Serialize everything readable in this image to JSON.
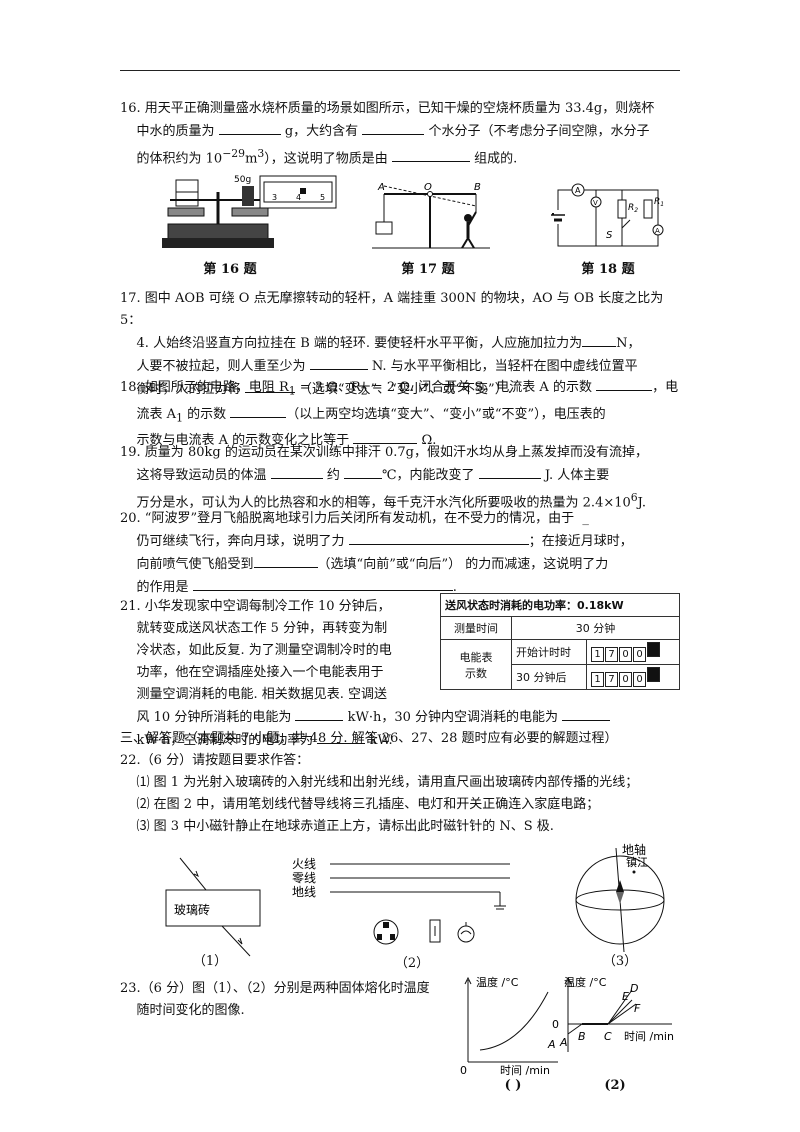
{
  "q16": {
    "line1": "16. 用天平正确测量盛水烧杯质量的场景如图所示，已知干燥的空烧杯质量为 33.4g，则烧杯",
    "line2a": "中水的质量为",
    "line2b": "g，大约含有",
    "line2c": "个水分子（不考虑分子间空隙，水分子",
    "line3a": "的体积约为 10",
    "line3exp": "−29",
    "line3b": "m",
    "line3exp2": "3",
    "line3c": "），这说明了物质是由",
    "line3d": "组成的."
  },
  "figure_captions": [
    "第 16 题",
    "第 17 题",
    "第 18 题"
  ],
  "fig16": {
    "weight_label": "50g",
    "scale_ticks": [
      "3",
      "4",
      "5"
    ]
  },
  "fig17": {
    "label_A": "A",
    "label_O": "O",
    "label_B": "B"
  },
  "fig18": {
    "label_A": "A",
    "label_V": "V",
    "label_R2": "R",
    "label_R2_sub": "2",
    "label_R1": "R",
    "label_R1_sub": "1",
    "label_S": "S",
    "label_A1": "A"
  },
  "q17": {
    "line1": "17. 图中 AOB 可绕 O 点无摩擦转动的轻杆，A 端挂重 300N 的物块，AO 与 OB 长度之比为 5：",
    "line2a": "4. 人始终沿竖直方向拉挂在 B 端的轻环. 要使轻杆水平平衡，人应施加拉力为",
    "line2b": "N，",
    "line3a": "人要不被拉起，则人重至少为",
    "line3b": "N. 与水平平衡相比，当轻杆在图中虚线位置平",
    "line4a": "衡时，人的拉力将",
    "line4b": "（选填“变大”、“变小”、或“不变”）."
  },
  "q18": {
    "line1a": "18. 如图所示的电路，电阻 R",
    "line1sub1": "1",
    "line1b": " = 3 Ω、R",
    "line1sub2": "2",
    "line1c": " = 2 Ω. 闭合开关 S，电流表 A 的示数",
    "line1d": "，电",
    "line2a": "流表 A",
    "line2sub": "1",
    "line2b": " 的示数",
    "line2c": "（以上两空均选填“变大”、“变小”或“不变”），电压表的",
    "line3a": "示数与电流表 A 的示数变化之比等于",
    "line3b": "Ω."
  },
  "q19": {
    "line1a": "19. 质量为 80kg 的运动员在某次训练中排汗 0.7g，假如汗水均从身上蒸发掉而没有流掉，",
    "line2a": "这将导致运动员的体温",
    "line2b": "约",
    "line2c": "℃，内能改变了",
    "line2d": "J. 人体主要",
    "line3a": "万分是水，可认为人的比热容和水的相等，每千克汗水汽化所要吸收的热量为 2.4×10",
    "line3exp": "6",
    "line3b": "J."
  },
  "q20": {
    "line1a": "20. “阿波罗”登月飞船脱离地球引力后关闭所有发动机，在不受力的情况，由于",
    "line1b": "_",
    "line2a": "仍可继续飞行，奔向月球，说明了力",
    "line2b": "；在接近月球时，",
    "line3a": "向前喷气使飞船受到",
    "line3b": "（选填“向前”或“向后”） 的力而减速，这说明了力",
    "line4a": "的作用是",
    "line4b": "."
  },
  "q21": {
    "lines": [
      "21. 小华发现家中空调每制冷工作 10 分钟后，",
      "就转变成送风状态工作 5 分钟，再转变为制",
      "冷状态，如此反复. 为了测量空调制冷时的电",
      "功率，他在空调插座处接入一个电能表用于",
      "测量空调消耗的电能. 相关数据见表. 空调送"
    ],
    "line6a": "风 10 分钟所消耗的电能为",
    "line6b": "kW·h，30 分钟内空调消耗的电能为",
    "line7a": "kW·h，空调制冷时的电功率为",
    "line7b": "kW."
  },
  "meter_table": {
    "header": "送风状态时消耗的电功率：0.18kW",
    "row1_label": "测量时间",
    "row1_value": "30 分钟",
    "row2_label": "电能表",
    "row2_label2": "示数",
    "start_label": "开始计时时",
    "end_label": "30 分钟后",
    "start_digits": [
      "1",
      "7",
      "0",
      "0"
    ],
    "end_digits": [
      "1",
      "7",
      "0",
      "0"
    ]
  },
  "section3": "三、解答题（本题共 7 小题，共 48 分. 解答 26、27、28 题时应有必要的解题过程）",
  "q22": {
    "title": "22.（6 分）请按题目要求作答：",
    "item1": "⑴ 图 1 为光射入玻璃砖的入射光线和出射光线，请用直尺画出玻璃砖内部传播的光线；",
    "item2": "⑵ 在图 2 中，请用笔划线代替导线将三孔插座、电灯和开关正确连入家庭电路；",
    "item3": "⑶ 图 3 中小磁针静止在地球赤道正上方，请标出此时磁针针的 N、S 极."
  },
  "fig22": {
    "glass_label": "玻璃砖",
    "fire_wire": "火线",
    "neutral_wire": "零线",
    "ground_wire": "地线",
    "earth_axis": "地轴",
    "city": "镇江",
    "cap1": "（1）",
    "cap2": "（2）",
    "cap3": "（3）"
  },
  "q23": {
    "line1": "23.（6 分）图（1）、（2）分别是两种固体熔化时温度",
    "line2": "随时间变化的图像."
  },
  "fig23": {
    "ylabel1": "温度 /°C",
    "xlabel1": "时间 /min",
    "origin1": "0",
    "point_A1": "A",
    "cap1": "( )",
    "ylabel2": "温度 /°C",
    "xlabel2": "时间 /min",
    "origin2": "0",
    "pA": "A",
    "pB": "B",
    "pC": "C",
    "pD": "D",
    "pE": "E",
    "pF": "F",
    "cap2": "(2)"
  }
}
